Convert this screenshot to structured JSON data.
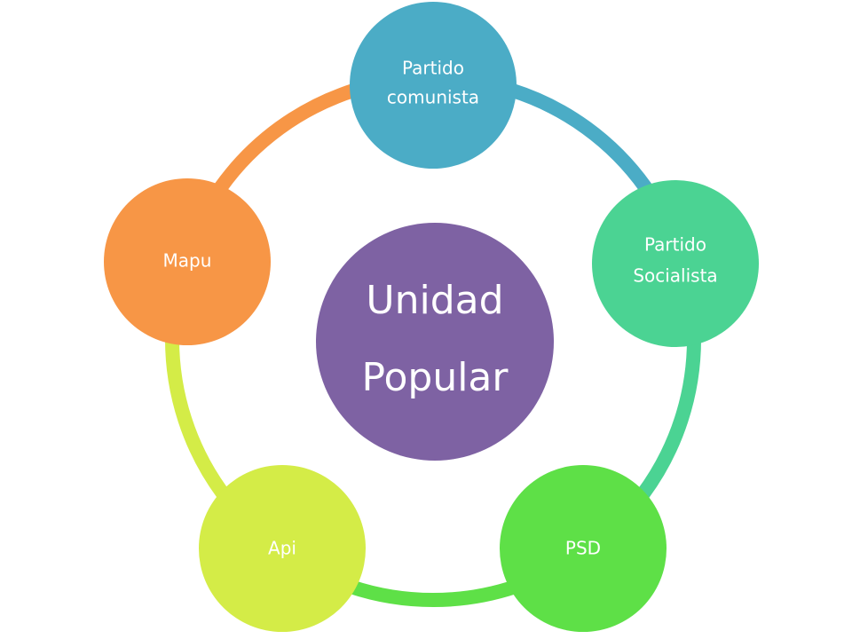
{
  "center": {
    "lines": [
      "Unidad",
      "Popular"
    ],
    "color": "#7e62a3"
  },
  "nodes": [
    {
      "lines": [
        "Partido",
        "comunista"
      ],
      "color": "#4bacc6"
    },
    {
      "lines": [
        "Partido",
        "Socialista"
      ],
      "color": "#4bd393"
    },
    {
      "lines": [
        "PSD"
      ],
      "color": "#5ee047"
    },
    {
      "lines": [
        "Api"
      ],
      "color": "#d4ec47"
    },
    {
      "lines": [
        "Mapu"
      ],
      "color": "#f79646"
    }
  ]
}
